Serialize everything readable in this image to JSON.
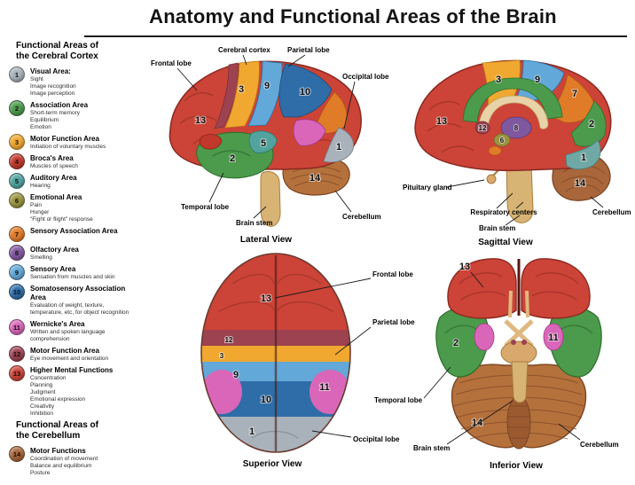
{
  "title": "Anatomy and Functional Areas of the Brain",
  "palette": {
    "c1": "#a9b2ba",
    "c2": "#4c9a4c",
    "c3": "#f0a830",
    "c4": "#c0392b",
    "c5": "#52a39e",
    "c6": "#9a9440",
    "c7": "#e07b28",
    "c8": "#8058a0",
    "c9": "#62a8d8",
    "c10": "#2f6da8",
    "c11": "#d966b8",
    "c12": "#9c4250",
    "c13": "#cc4337",
    "c14": "#a8663a",
    "cortex_red": "#cc4337",
    "cerebellum": "#b5713c",
    "brain_stem": "#d8b474",
    "corpus_callosum": "#e8d2a8",
    "occipital_sagittal": "#6fa8a5"
  },
  "legend": {
    "cortex_heading": "Functional Areas of\nthe Cerebral Cortex",
    "cerebellum_heading": "Functional Areas of\nthe Cerebellum",
    "items": [
      {
        "num": "1",
        "name": "Visual Area:",
        "details": "Sight\nImage recognition\nImage perception"
      },
      {
        "num": "2",
        "name": "Association Area",
        "details": "Short-term memory\nEquilibrium\nEmotion"
      },
      {
        "num": "3",
        "name": "Motor Function Area",
        "details": "Initiation of voluntary muscles"
      },
      {
        "num": "4",
        "name": "Broca's Area",
        "details": "Muscles of speech"
      },
      {
        "num": "5",
        "name": "Auditory Area",
        "details": "Hearing"
      },
      {
        "num": "6",
        "name": "Emotional Area",
        "details": "Pain\nHunger\n\"Fight or flight\" response"
      },
      {
        "num": "7",
        "name": "Sensory Association Area",
        "details": ""
      },
      {
        "num": "8",
        "name": "Olfactory Area",
        "details": "Smelling"
      },
      {
        "num": "9",
        "name": "Sensory Area",
        "details": "Sensation from muscles and skin"
      },
      {
        "num": "10",
        "name": "Somatosensory Association Area",
        "details": "Evaluation of weight, texture,\ntemperature, etc, for object recognition"
      },
      {
        "num": "11",
        "name": "Wernicke's Area",
        "details": "Written and spoken language comprehension"
      },
      {
        "num": "12",
        "name": "Motor Function Area",
        "details": "Eye movement and orientation"
      },
      {
        "num": "13",
        "name": "Higher Mental Functions",
        "details": "Concentration\nPlanning\nJudgment\nEmotional expression\nCreativity\nInhibition"
      },
      {
        "num": "14",
        "name": "Motor Functions",
        "details": "Coordination of movement\nBalance and equilibrium\nPosture"
      }
    ]
  },
  "views": {
    "lateral": {
      "caption": "Lateral View",
      "labels": {
        "frontal": "Frontal lobe",
        "cortex": "Cerebral cortex",
        "parietal": "Parietal lobe",
        "occipital": "Occipital lobe",
        "temporal": "Temporal lobe",
        "brainstem": "Brain stem",
        "cerebellum": "Cerebellum"
      },
      "numbers": {
        "n1": "1",
        "n2": "2",
        "n3": "3",
        "n5": "5",
        "n9": "9",
        "n10": "10",
        "n13": "13",
        "n14": "14"
      }
    },
    "sagittal": {
      "caption": "Sagittal View",
      "labels": {
        "pituitary": "Pituitary gland",
        "respiratory": "Respiratory centers",
        "brainstem": "Brain stem",
        "cerebellum": "Cerebellum"
      },
      "numbers": {
        "n1": "1",
        "n2": "2",
        "n3": "3",
        "n6": "6",
        "n7": "7",
        "n8": "8",
        "n9": "9",
        "n12": "12",
        "n13": "13",
        "n14": "14"
      }
    },
    "superior": {
      "caption": "Superior View",
      "labels": {
        "frontal": "Frontal lobe",
        "parietal": "Parietal lobe",
        "occipital": "Occipital lobe"
      },
      "numbers": {
        "n1": "1",
        "n3": "3",
        "n9": "9",
        "n10": "10",
        "n11": "11",
        "n12": "12",
        "n13": "13"
      }
    },
    "inferior": {
      "caption": "Inferior View",
      "labels": {
        "temporal": "Temporal lobe",
        "brainstem": "Brain stem",
        "cerebellum": "Cerebellum"
      },
      "numbers": {
        "n2": "2",
        "n11": "11",
        "n13": "13",
        "n14": "14"
      }
    }
  }
}
